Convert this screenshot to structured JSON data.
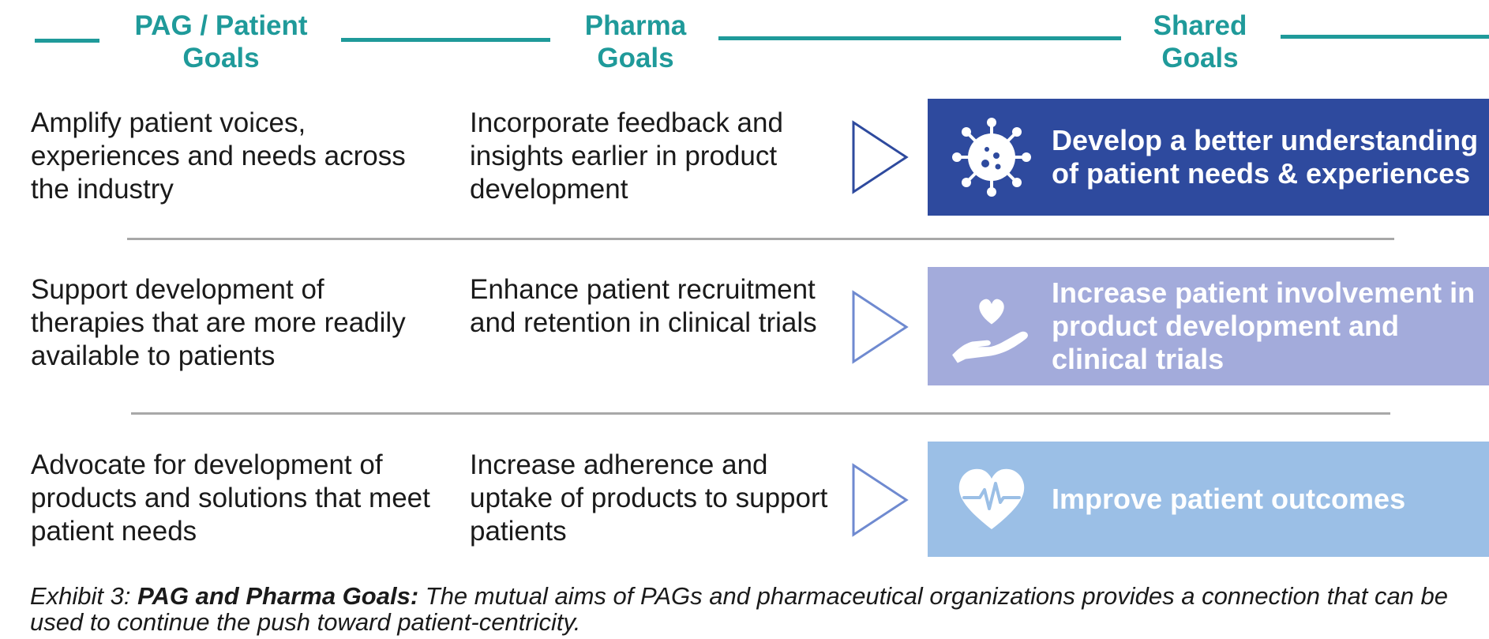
{
  "headers": {
    "pag": "PAG / Patient\nGoals",
    "pharma": "Pharma\nGoals",
    "shared": "Shared\nGoals"
  },
  "rows": [
    {
      "pag": "Amplify patient voices, experiences and needs across the industry",
      "pharma": "Incorporate feedback and insights earlier in product development",
      "shared": "Develop a better understanding of patient needs & experiences",
      "icon": "virus-icon",
      "color": "#2e4a9e"
    },
    {
      "pag": "Support development of therapies that are more readily available to patients",
      "pharma": "Enhance patient recruitment and retention in clinical trials",
      "shared": "Increase patient involvement in product development and clinical trials",
      "icon": "heart-hand-icon",
      "color": "#a3abdb"
    },
    {
      "pag": "Advocate for development of products and solutions that meet patient needs",
      "pharma": "Increase adherence and uptake of products to support patients",
      "shared": "Improve patient outcomes",
      "icon": "heartbeat-icon",
      "color": "#9bbfe6"
    }
  ],
  "caption": {
    "prefix": "Exhibit 3: ",
    "title": "PAG and Pharma Goals:",
    "body": " The mutual aims of PAGs and pharmaceutical organizations provides a connection that can be used to continue the push toward patient-centricity."
  },
  "colors": {
    "teal": "#1f9a9a",
    "separator": "#a8a8a8",
    "arrow_dark": "#2e4a9e",
    "arrow_light": "#6f8ad0"
  }
}
